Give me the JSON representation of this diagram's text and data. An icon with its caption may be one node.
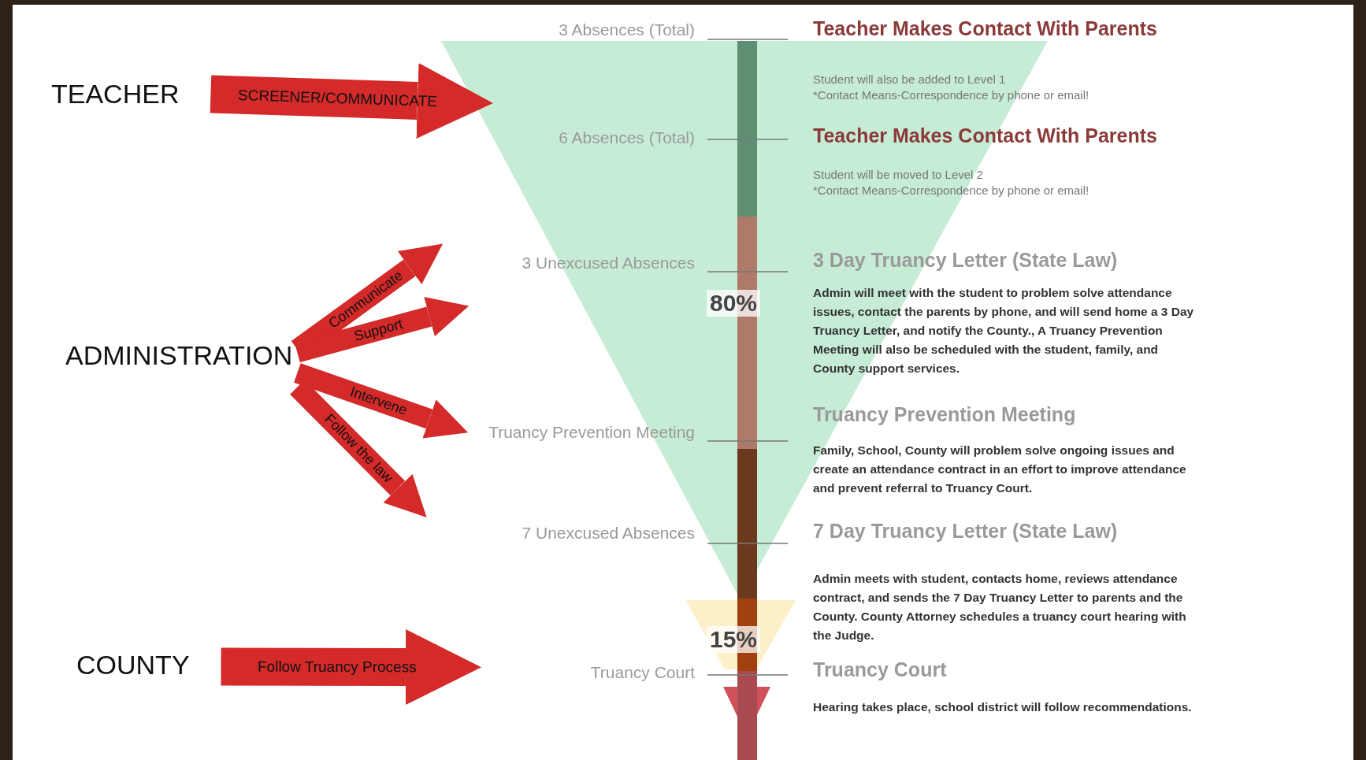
{
  "diagram": {
    "nodes": [
      {
        "text": [
          "TEACHER"
        ]
      },
      {
        "text": [
          "ADMINISTRATION"
        ]
      },
      {
        "text": [
          "COUNTY"
        ]
      }
    ],
    "edges": [
      {
        "from": 0,
        "to": null,
        "arrow": "to",
        "label": "SCREENER/COMMUNICATE",
        "style": "thick"
      },
      {
        "from": 1,
        "to": null,
        "arrow": "to",
        "label": "Communicate"
      },
      {
        "from": 1,
        "to": null,
        "arrow": "to",
        "label": "Support"
      },
      {
        "from": 1,
        "to": null,
        "arrow": "to",
        "label": "Intervene"
      },
      {
        "from": 1,
        "to": null,
        "arrow": "to",
        "label": "Follow the law"
      },
      {
        "from": 2,
        "to": null,
        "arrow": "to",
        "label": "Follow Truancy Process",
        "style": "thick"
      }
    ],
    "labels": [
      "3 Absences (Total)",
      "Teacher Makes Contact With Parents",
      "Student will also be added to Level 1",
      "*Contact Means-Correspondence by phone or email!",
      "6 Absences (Total)",
      "Teacher Makes Contact With Parents",
      "Student will be moved to Level 2",
      "*Contact Means-Correspondence by phone or email!",
      "3 Unexcused Absences",
      "3 Day Truancy Letter (State Law)",
      "Admin will meet with the student to problem solve attendance issues, contact the parents by phone, and will send home a 3 Day Truancy Letter, and notify the County., A Truancy Prevention Meeting will also be scheduled with the student, family, and County support services.",
      "80%",
      "Truancy Prevention Meeting",
      "Truancy Prevention Meeting",
      "Family, School, County will problem solve ongoing issues and create an attendance contract in an effort to improve attendance and prevent referral to Truancy Court.",
      "7 Unexcused Absences",
      "7 Day Truancy Letter (State Law)",
      "Admin meets with student, contacts home, reviews attendance contract, and sends the 7 Day Truancy Letter to parents and the County. County Attorney schedules a truancy court hearing with the Judge.",
      "15%",
      "Truancy Court",
      "Truancy Court",
      "Hearing takes place, school district will follow recommendations."
    ]
  }
}
